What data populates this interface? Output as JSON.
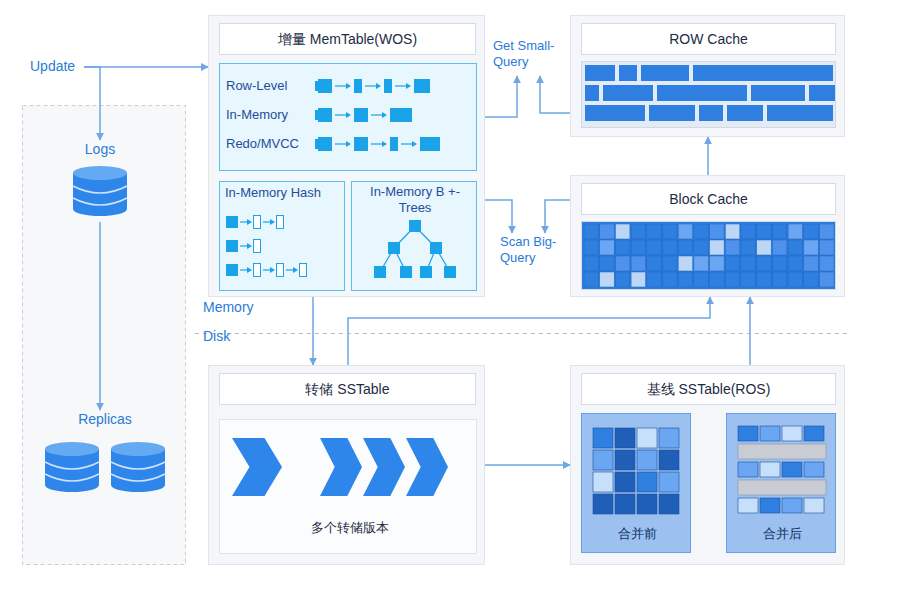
{
  "diagram": {
    "nodes": [
      {
        "text": [
          "Update"
        ]
      },
      {
        "text": [
          "Logs"
        ]
      },
      {
        "text": [
          "Replicas"
        ]
      },
      {
        "text": [
          "增量 MemTable(WOS)"
        ]
      },
      {
        "text": [
          "Row-Level",
          "In-Memory",
          "Redo/MVCC"
        ],
        "in": 3
      },
      {
        "text": [
          "In-Memory Hash"
        ],
        "in": 3
      },
      {
        "text": [
          "In-Memory B +-Trees"
        ],
        "in": 3
      },
      {
        "text": [
          "Get Small-Query"
        ]
      },
      {
        "text": [
          "ROW Cache"
        ]
      },
      {
        "text": [
          "Scan Big-Query"
        ]
      },
      {
        "text": [
          "Block Cache"
        ]
      },
      {
        "text": [
          "转储 SSTable"
        ]
      },
      {
        "text": [
          "多个转储版本"
        ],
        "in": 11
      },
      {
        "text": [
          "基线 SSTable(ROS)"
        ]
      },
      {
        "text": [
          "合并前"
        ],
        "in": 13
      },
      {
        "text": [
          "合并后"
        ],
        "in": 13
      }
    ],
    "edges": [
      {
        "from": 0,
        "to": 3,
        "arrow": "to"
      },
      {
        "from": 0,
        "to": 1,
        "arrow": "to"
      },
      {
        "from": 1,
        "to": 2,
        "arrow": "to"
      },
      {
        "from": 3,
        "to": 7,
        "arrow": "to"
      },
      {
        "from": 8,
        "to": 7,
        "arrow": "to"
      },
      {
        "from": 3,
        "to": 9,
        "arrow": "to"
      },
      {
        "from": 10,
        "to": 9,
        "arrow": "to"
      },
      {
        "from": 3,
        "to": 11,
        "arrow": "to"
      },
      {
        "from": 11,
        "to": 10,
        "arrow": "to"
      },
      {
        "from": 11,
        "to": 13,
        "arrow": "to"
      },
      {
        "from": 14,
        "to": 15,
        "arrow": "to"
      },
      {
        "from": 13,
        "to": 10,
        "arrow": "to"
      },
      {
        "from": 10,
        "to": 8,
        "arrow": "to"
      }
    ],
    "labels": [
      "Memory",
      "Disk"
    ]
  }
}
